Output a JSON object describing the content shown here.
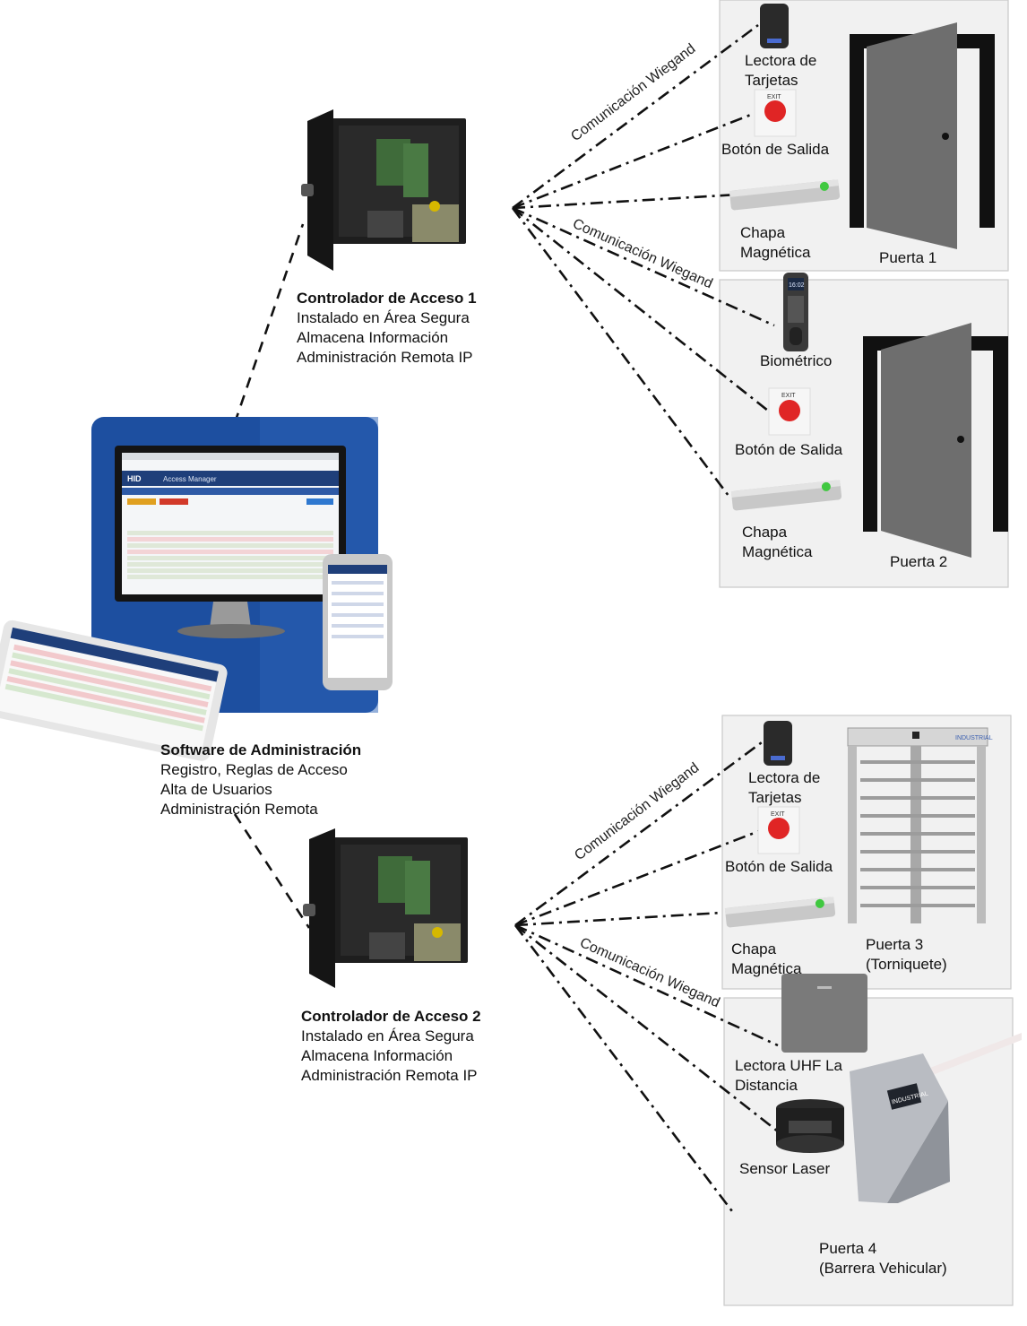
{
  "controllers": [
    {
      "title": "Controlador de Acceso 1",
      "lines": [
        "Instalado en Área Segura",
        "Almacena Información",
        "Administración Remota IP"
      ]
    },
    {
      "title": "Controlador de Acceso 2",
      "lines": [
        "Instalado en Área Segura",
        "Almacena Información",
        "Administración Remota IP"
      ]
    }
  ],
  "software": {
    "title": "Software de Administración",
    "lines": [
      "Registro, Reglas de Acceso",
      "Alta de Usuarios",
      "Administración Remota"
    ],
    "monitor_brand": "HID",
    "monitor_app_title": "Access Manager"
  },
  "link_label": "Comunicación Wiegand",
  "doors": [
    {
      "name": "Puerta 1",
      "devices": [
        {
          "label": [
            "Lectora de",
            "Tarjetas"
          ],
          "icon": "card-reader-icon"
        },
        {
          "label": [
            "Botón de Salida"
          ],
          "icon": "exit-button-icon"
        },
        {
          "label": [
            "Chapa",
            "Magnética"
          ],
          "icon": "magnetic-lock-icon"
        }
      ]
    },
    {
      "name": "Puerta 2",
      "devices": [
        {
          "label": [
            "Biométrico"
          ],
          "icon": "biometric-reader-icon"
        },
        {
          "label": [
            "Botón de Salida"
          ],
          "icon": "exit-button-icon"
        },
        {
          "label": [
            "Chapa",
            "Magnética"
          ],
          "icon": "magnetic-lock-icon"
        }
      ]
    },
    {
      "name": [
        "Puerta 3",
        "(Torniquete)"
      ],
      "devices": [
        {
          "label": [
            "Lectora de",
            "Tarjetas"
          ],
          "icon": "card-reader-icon"
        },
        {
          "label": [
            "Botón de Salida"
          ],
          "icon": "exit-button-icon"
        },
        {
          "label": [
            "Chapa",
            "Magnética"
          ],
          "icon": "magnetic-lock-icon"
        }
      ]
    },
    {
      "name": [
        "Puerta 4",
        "(Barrera Vehicular)"
      ],
      "devices": [
        {
          "label": [
            "Lectora UHF La",
            "Distancia"
          ],
          "icon": "uhf-reader-icon"
        },
        {
          "label": [
            "Sensor Laser"
          ],
          "icon": "laser-sensor-icon"
        }
      ]
    }
  ],
  "device_text": {
    "exit_caption": "EXIT",
    "turnstile_brand": "INDUSTRIAL",
    "barrier_brand": "INDUSTRIAL",
    "biometric_display": "16:02"
  },
  "colors": {
    "line": "#111111",
    "panel_bg": "#f1f1f1",
    "monitor_blue": "#1d4fa0",
    "exit_red": "#e02525",
    "door_gray": "#6e6e6e"
  }
}
